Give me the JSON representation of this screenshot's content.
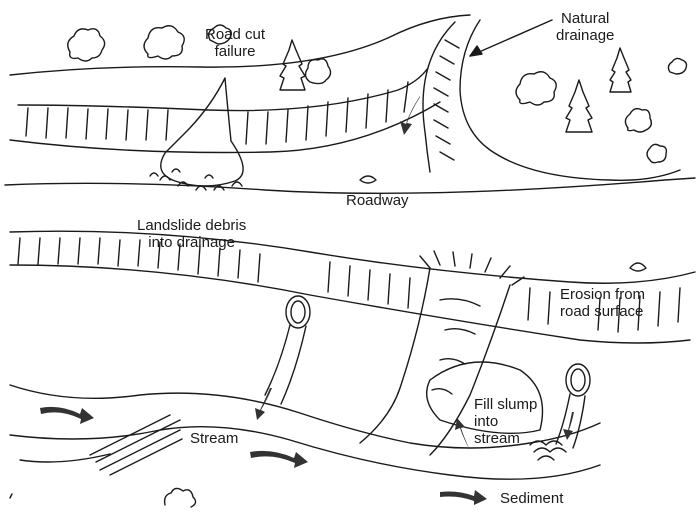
{
  "labels": {
    "road_cut_failure": "Road cut\nfailure",
    "natural_drainage": "Natural\ndrainage",
    "landslide_debris": "Landslide debris\ninto drainage",
    "roadway": "Roadway",
    "erosion": "Erosion from\nroad surface",
    "fill_slump": "Fill slump\ninto\nstream",
    "stream": "Stream",
    "sediment": "Sediment"
  },
  "colors": {
    "ink": "#1a1a1a",
    "arrow": "#333333",
    "paper": "#ffffff"
  }
}
